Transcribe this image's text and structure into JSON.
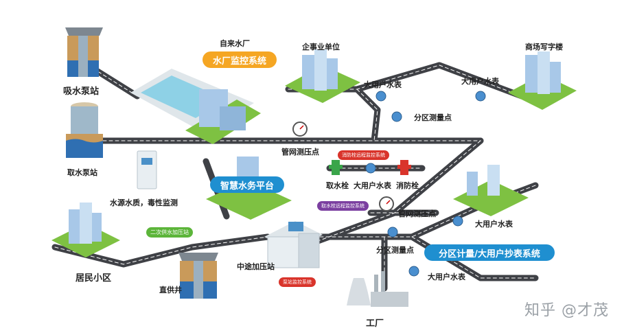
{
  "labels": {
    "intake_pump_station": "吸水泵站",
    "water_plant": "自来水厂",
    "enterprise": "企事业单位",
    "commercial": "商场写字楼",
    "big_meter_1": "大用户水表",
    "big_meter_2": "大用户水表",
    "zone_point_1": "分区测量点",
    "intake_pump_2": "取水泵站",
    "pressure_point_1": "管网测压点",
    "hydrant_remote": "消防栓远程监控系统",
    "hydrant_left": "取水栓",
    "big_meter_3": "大用户水表",
    "hydrant_right": "消防栓",
    "source_quality": "水源水质，毒性监测",
    "hydrant_intake_remote": "取水栓远程监控系统",
    "pressure_point_2": "管网测压点",
    "big_meter_4": "大用户水表",
    "residential": "居民小区",
    "secondary_supply": "二次供水加压站",
    "zone_point_2": "分区测量点",
    "booster_station": "中途加压站",
    "direct_well": "直供井",
    "pump_monitor": "泵站监控系统",
    "big_meter_5": "大用户水表",
    "factory": "工厂"
  },
  "pills": {
    "plant_monitor": "水厂监控系统",
    "smart_platform": "智慧水务平台",
    "zone_metering": "分区计量/大用户抄表系统"
  },
  "watermark": "知乎 @才茂",
  "colors": {
    "road": "#3f4146",
    "road_line": "#ffffff",
    "grass": "#7ec142",
    "pill_orange": "#f5a623",
    "pill_blue": "#1f8fd0",
    "pill_green": "#5cb53a",
    "pill_red": "#d9342b",
    "pill_purple": "#7b3fa0",
    "water": "#8ed1e6",
    "building_blue": "#a8c8e8"
  }
}
